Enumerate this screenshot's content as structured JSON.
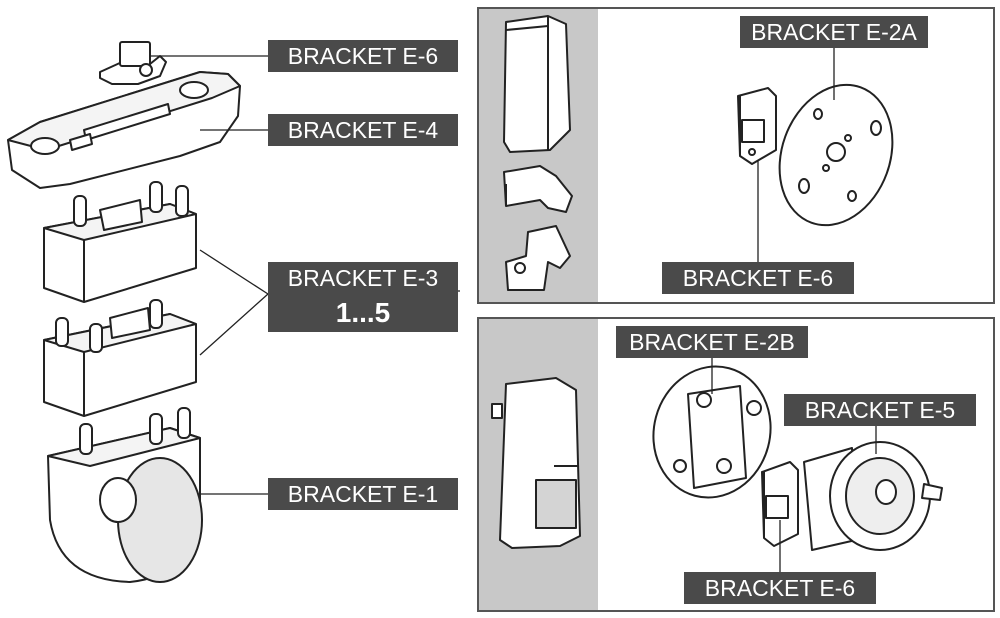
{
  "labels": {
    "e6_main": "BRACKET E-6",
    "e4": "BRACKET E-4",
    "e3": "BRACKET E-3",
    "e3_range": "1...5",
    "e1": "BRACKET E-1",
    "e2a": "BRACKET E-2A",
    "e6_top_panel": "BRACKET E-6",
    "e2b": "BRACKET E-2B",
    "e5": "BRACKET E-5",
    "e6_bottom_panel": "BRACKET E-6"
  },
  "colors": {
    "label_bg": "#4a4a4a",
    "label_text": "#ffffff",
    "panel_border": "#555555",
    "panel_strip": "#c8c8c8",
    "line": "#222222"
  }
}
